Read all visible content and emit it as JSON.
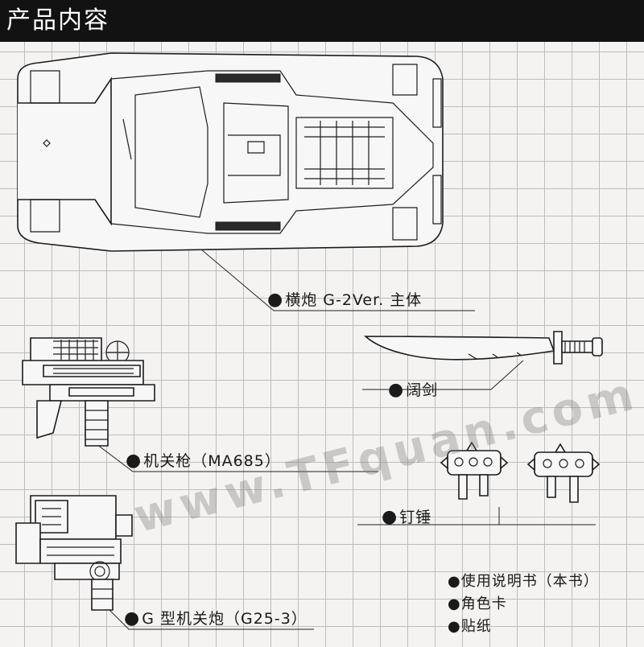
{
  "header": {
    "title": "产品内容"
  },
  "parts": [
    {
      "id": "main-body",
      "label": "横炮 G-2Ver. 主体"
    },
    {
      "id": "sword",
      "label": "阔剑"
    },
    {
      "id": "machine-gun",
      "label": "机关枪（MA685）"
    },
    {
      "id": "hammer",
      "label": "钉锤"
    },
    {
      "id": "cannon",
      "label": "G 型机关炮（G25-3）"
    }
  ],
  "accessories": [
    {
      "label": "使用说明书（本书）"
    },
    {
      "label": "角色卡"
    },
    {
      "label": "贴纸"
    }
  ],
  "watermark": {
    "text": "www.TFquan.com"
  },
  "bullet": "●"
}
